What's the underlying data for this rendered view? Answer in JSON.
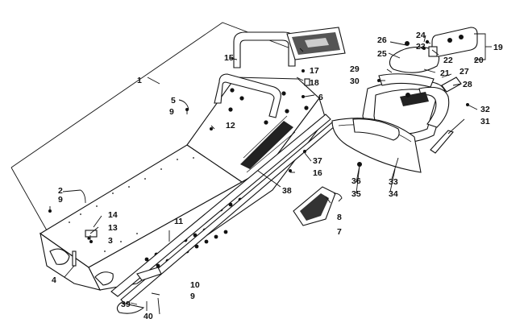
{
  "callouts": [
    {
      "id": "c1",
      "text": "1"
    },
    {
      "id": "c2",
      "text": "2"
    },
    {
      "id": "c3",
      "text": "3"
    },
    {
      "id": "c4",
      "text": "4"
    },
    {
      "id": "c5",
      "text": "5"
    },
    {
      "id": "c6",
      "text": "6"
    },
    {
      "id": "c7",
      "text": "7"
    },
    {
      "id": "c8",
      "text": "8"
    },
    {
      "id": "c9a",
      "text": "9"
    },
    {
      "id": "c9b",
      "text": "9"
    },
    {
      "id": "c9c",
      "text": "9"
    },
    {
      "id": "c10",
      "text": "10"
    },
    {
      "id": "c11",
      "text": "11"
    },
    {
      "id": "c12",
      "text": "12"
    },
    {
      "id": "c13",
      "text": "13"
    },
    {
      "id": "c14",
      "text": "14"
    },
    {
      "id": "c15",
      "text": "15"
    },
    {
      "id": "c16",
      "text": "16"
    },
    {
      "id": "c17",
      "text": "17"
    },
    {
      "id": "c18",
      "text": "18"
    },
    {
      "id": "c19",
      "text": "19"
    },
    {
      "id": "c20",
      "text": "20"
    },
    {
      "id": "c21",
      "text": "21"
    },
    {
      "id": "c22",
      "text": "22"
    },
    {
      "id": "c23",
      "text": "23"
    },
    {
      "id": "c24",
      "text": "24"
    },
    {
      "id": "c25",
      "text": "25"
    },
    {
      "id": "c26",
      "text": "26"
    },
    {
      "id": "c27",
      "text": "27"
    },
    {
      "id": "c28",
      "text": "28"
    },
    {
      "id": "c29",
      "text": "29"
    },
    {
      "id": "c30",
      "text": "30"
    },
    {
      "id": "c31",
      "text": "31"
    },
    {
      "id": "c32",
      "text": "32"
    },
    {
      "id": "c33",
      "text": "33"
    },
    {
      "id": "c34",
      "text": "34"
    },
    {
      "id": "c35",
      "text": "35"
    },
    {
      "id": "c36",
      "text": "36"
    },
    {
      "id": "c37",
      "text": "37"
    },
    {
      "id": "c38",
      "text": "38"
    },
    {
      "id": "c39",
      "text": "39"
    },
    {
      "id": "c40",
      "text": "40"
    }
  ]
}
